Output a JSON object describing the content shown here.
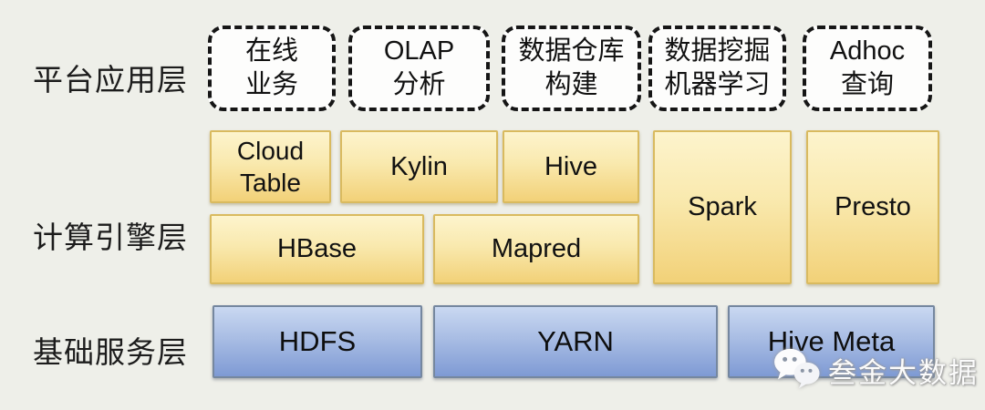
{
  "colors": {
    "background": "#eeefe9",
    "yellow_box_top": "#fdf4cd",
    "yellow_box_bottom": "#f2d178",
    "yellow_box_border": "#d9ba5f",
    "blue_box_top": "#c9d8f1",
    "blue_box_bottom": "#7e9ad4",
    "blue_box_border": "#75879f",
    "dashed_box_border": "#161616",
    "text": "#111111"
  },
  "layers": {
    "application": {
      "label": "平台应用层",
      "boxes": [
        {
          "line1": "在线",
          "line2": "业务"
        },
        {
          "line1": "OLAP",
          "line2": "分析"
        },
        {
          "line1": "数据仓库",
          "line2": "构建"
        },
        {
          "line1": "数据挖掘",
          "line2": "机器学习"
        },
        {
          "line1": "Adhoc",
          "line2": "查询"
        }
      ]
    },
    "compute": {
      "label": "计算引擎层",
      "row1": [
        "Cloud Table",
        "Kylin",
        "Hive"
      ],
      "row2": [
        "HBase",
        "Mapred"
      ],
      "tall": [
        "Spark",
        "Presto"
      ]
    },
    "base": {
      "label": "基础服务层",
      "boxes": [
        "HDFS",
        "YARN",
        "Hive Meta"
      ]
    }
  },
  "watermark": {
    "icon": "wechat-icon",
    "text": "叁金大数据"
  }
}
